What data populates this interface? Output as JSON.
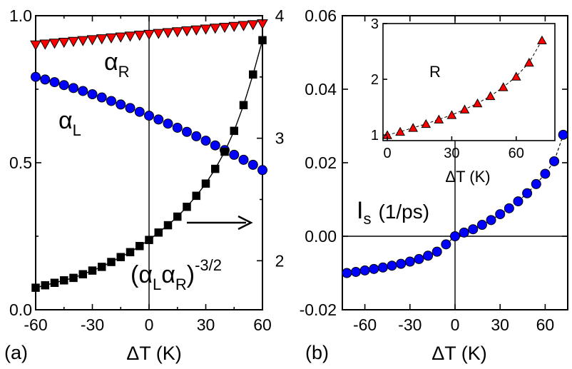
{
  "colors": {
    "axes": "#000000",
    "alpha_R": "#ff0000",
    "alpha_L": "#0000ff",
    "combo": "#000000",
    "Is": "#0000ff",
    "R": "#ff0000"
  },
  "chart_data": [
    {
      "panel": "(a)",
      "type": "scatter",
      "xlabel": "ΔT (K)",
      "xlim": [
        -60,
        60
      ],
      "x_ticks": [
        "-60",
        "-30",
        "0",
        "30",
        "60"
      ],
      "ylim_left": [
        0.0,
        1.0
      ],
      "y_ticks_left": [
        "0.0",
        "0.5",
        "1.0"
      ],
      "ylim_right": [
        1.6,
        4.0
      ],
      "y_ticks_right": [
        "2",
        "3",
        "4"
      ],
      "annotations": {
        "alpha_R": {
          "base": "α",
          "sub": "R"
        },
        "alpha_L": {
          "base": "α",
          "sub": "L"
        },
        "combo": {
          "open": "(",
          "a1": "α",
          "s1": "L",
          "a2": "α",
          "s2": "R",
          "close": ")",
          "exp": "-3/2"
        }
      },
      "series": [
        {
          "key": "alpha_R",
          "axis": "left",
          "marker": "triangle-down",
          "x": [
            -60,
            -55,
            -50,
            -45,
            -40,
            -35,
            -30,
            -25,
            -20,
            -15,
            -10,
            -5,
            0,
            5,
            10,
            15,
            20,
            25,
            30,
            35,
            40,
            45,
            50,
            55,
            60
          ],
          "y": [
            0.9,
            0.903,
            0.906,
            0.909,
            0.912,
            0.915,
            0.918,
            0.921,
            0.924,
            0.927,
            0.93,
            0.933,
            0.936,
            0.939,
            0.942,
            0.945,
            0.948,
            0.951,
            0.954,
            0.957,
            0.96,
            0.963,
            0.966,
            0.969,
            0.972
          ]
        },
        {
          "key": "alpha_L",
          "axis": "left",
          "marker": "circle",
          "x": [
            -60,
            -55,
            -50,
            -45,
            -40,
            -35,
            -30,
            -25,
            -20,
            -15,
            -10,
            -5,
            0,
            5,
            10,
            15,
            20,
            25,
            30,
            35,
            40,
            45,
            50,
            55,
            60
          ],
          "y": [
            0.792,
            0.783,
            0.774,
            0.764,
            0.754,
            0.744,
            0.733,
            0.722,
            0.71,
            0.698,
            0.686,
            0.673,
            0.66,
            0.647,
            0.633,
            0.619,
            0.605,
            0.59,
            0.575,
            0.559,
            0.543,
            0.527,
            0.51,
            0.493,
            0.475
          ]
        },
        {
          "key": "combo",
          "axis": "right",
          "marker": "square",
          "line": true,
          "x": [
            -60,
            -55,
            -50,
            -45,
            -40,
            -35,
            -30,
            -25,
            -20,
            -15,
            -10,
            -5,
            0,
            5,
            10,
            15,
            20,
            25,
            30,
            35,
            40,
            45,
            50,
            55,
            60
          ],
          "y": [
            1.78,
            1.8,
            1.82,
            1.84,
            1.86,
            1.89,
            1.92,
            1.95,
            1.99,
            2.03,
            2.07,
            2.12,
            2.17,
            2.23,
            2.29,
            2.36,
            2.44,
            2.53,
            2.63,
            2.75,
            2.89,
            3.06,
            3.27,
            3.52,
            3.8
          ]
        }
      ]
    },
    {
      "panel": "(b)",
      "type": "scatter",
      "xlabel": "ΔT (K)",
      "xlim": [
        -75,
        75
      ],
      "x_ticks": [
        "-60",
        "-30",
        "0",
        "30",
        "60"
      ],
      "ylim": [
        -0.02,
        0.06
      ],
      "y_ticks": [
        "-0.02",
        "0.00",
        "0.02",
        "0.04",
        "0.06"
      ],
      "label": {
        "base": "I",
        "sub": "s",
        "rest": "(1/ps)"
      },
      "series": [
        {
          "key": "Is",
          "marker": "circle",
          "line": "dashed",
          "x": [
            -72,
            -66,
            -60,
            -54,
            -48,
            -42,
            -36,
            -30,
            -24,
            -18,
            -12,
            -6,
            0,
            6,
            12,
            18,
            24,
            30,
            36,
            42,
            48,
            54,
            60,
            66,
            72
          ],
          "y": [
            -0.01,
            -0.0097,
            -0.0093,
            -0.0089,
            -0.0085,
            -0.008,
            -0.0075,
            -0.0069,
            -0.0062,
            -0.0053,
            -0.0042,
            -0.0022,
            0.0,
            0.001,
            0.0019,
            0.0031,
            0.0044,
            0.006,
            0.0076,
            0.0095,
            0.0117,
            0.0142,
            0.017,
            0.0204,
            0.0276
          ]
        }
      ],
      "inset": {
        "type": "scatter",
        "xlabel": "ΔT (K)",
        "xlim": [
          -2,
          78
        ],
        "x_ticks": [
          "0",
          "30",
          "60"
        ],
        "ylim": [
          0.9,
          3.0
        ],
        "y_ticks": [
          "1",
          "2",
          "3"
        ],
        "label": "R",
        "series": [
          {
            "key": "R",
            "marker": "triangle-up",
            "line": "dashed",
            "x": [
              0,
              6,
              12,
              18,
              24,
              30,
              36,
              42,
              48,
              54,
              60,
              66,
              72
            ],
            "y": [
              1.0,
              1.06,
              1.13,
              1.2,
              1.28,
              1.36,
              1.46,
              1.57,
              1.7,
              1.86,
              2.05,
              2.3,
              2.7
            ]
          }
        ]
      }
    }
  ]
}
